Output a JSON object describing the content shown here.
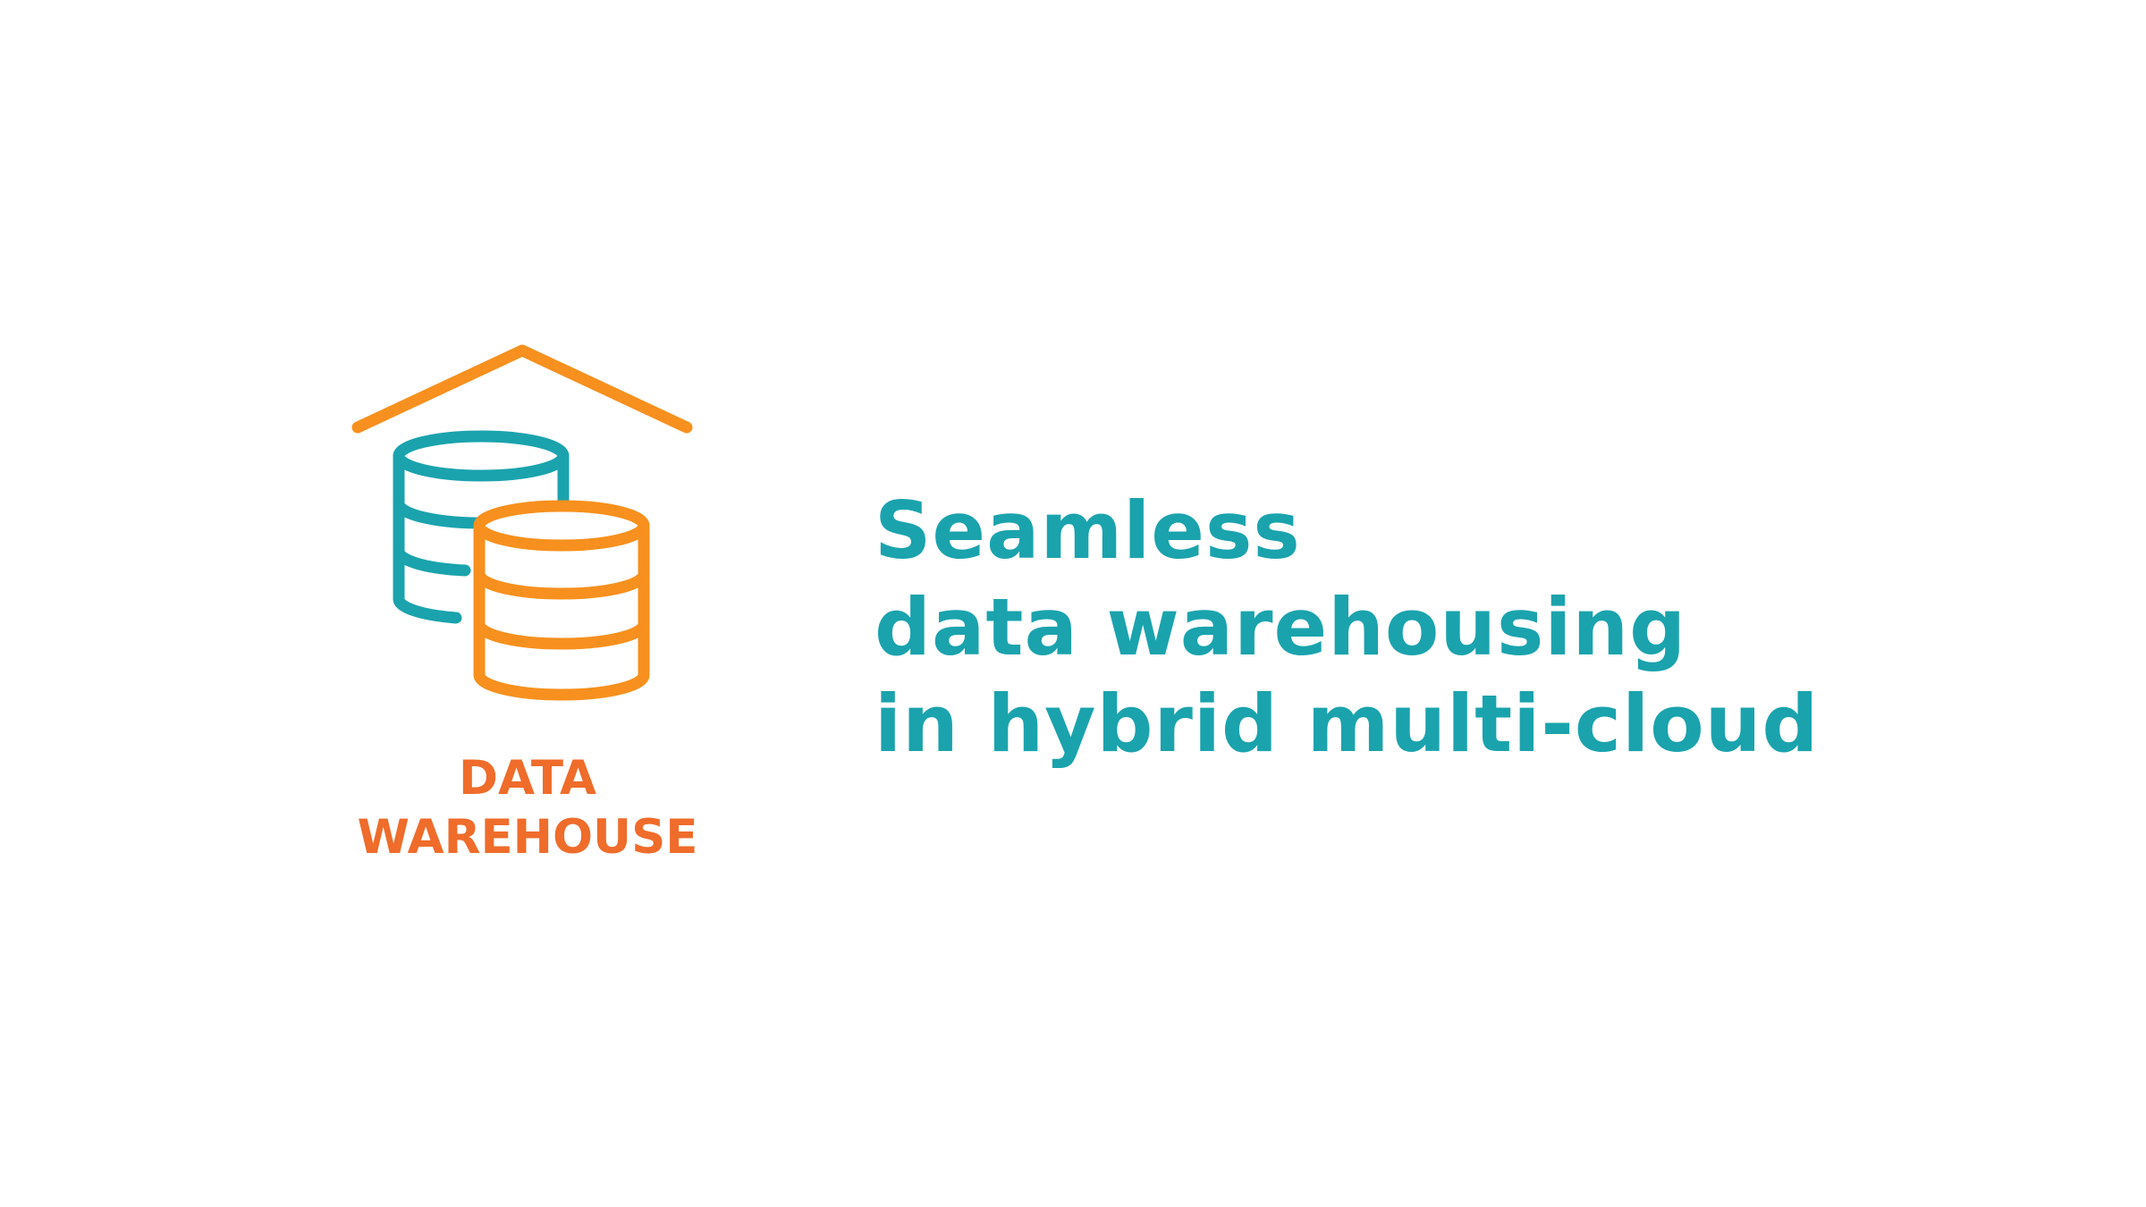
{
  "colors": {
    "teal": "#1aa3ad",
    "orange": "#f7901e",
    "label_orange": "#ef6c2b",
    "background": "#ffffff"
  },
  "logo": {
    "icon": "warehouse-database-icon",
    "label_lines": [
      "DATA",
      "WAREHOUSE"
    ]
  },
  "headline": {
    "lines": [
      "Seamless",
      "data warehousing",
      "in hybrid multi-cloud"
    ]
  }
}
